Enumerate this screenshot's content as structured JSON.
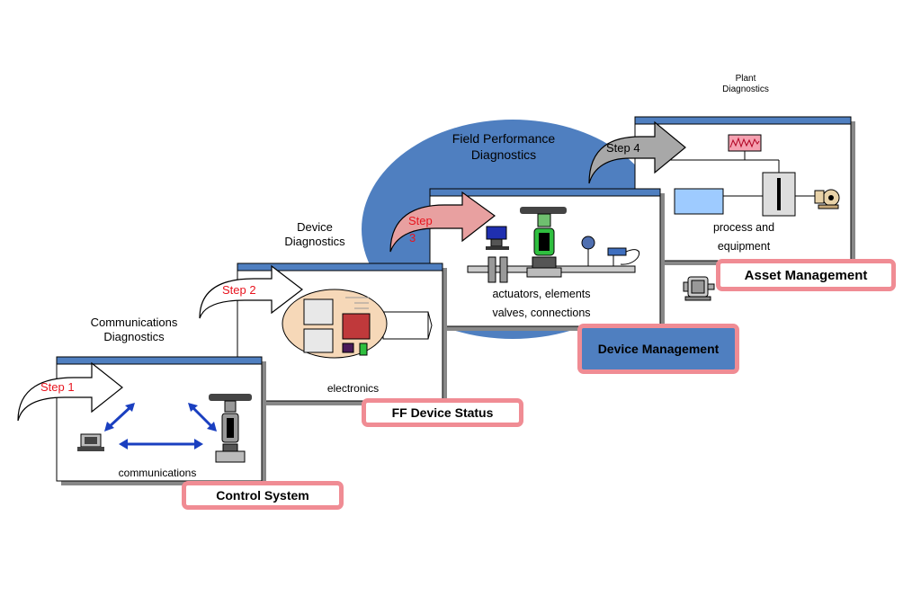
{
  "plant_diagnostics": [
    "Plant",
    "Diagnostics"
  ],
  "field_performance": [
    "Field  Performance",
    "Diagnostics"
  ],
  "device_diagnostics": [
    "Device",
    "Diagnostics"
  ],
  "communications_diagnostics": [
    "Communications",
    "Diagnostics"
  ],
  "steps": {
    "step1": "Step  1",
    "step2": "Step  2",
    "step3a": "Step",
    "step3b": "3",
    "step4": "Step  4"
  },
  "panel_captions": {
    "communications": "communications",
    "electronics": "electronics",
    "actuators": [
      "actuators,  elements",
      "valves,  connections"
    ],
    "process": [
      "process   and",
      "equipment"
    ]
  },
  "tags": {
    "control_system": "Control System",
    "ff_device_status": "FF Device Status",
    "device_management": "Device Management",
    "asset_management": "Asset Management"
  },
  "colors": {
    "ellipse": "#4f7fc0",
    "panel_bar": "#4f7fc0",
    "tag_border": "#f08c94",
    "step_text": "#e8141e",
    "comm_arrows": "#1a3fc0"
  },
  "icons": [
    "transmitter-icon",
    "control-valve-icon",
    "electronics-board-icon",
    "pump-icon",
    "motor-icon",
    "trend-chart-icon"
  ]
}
